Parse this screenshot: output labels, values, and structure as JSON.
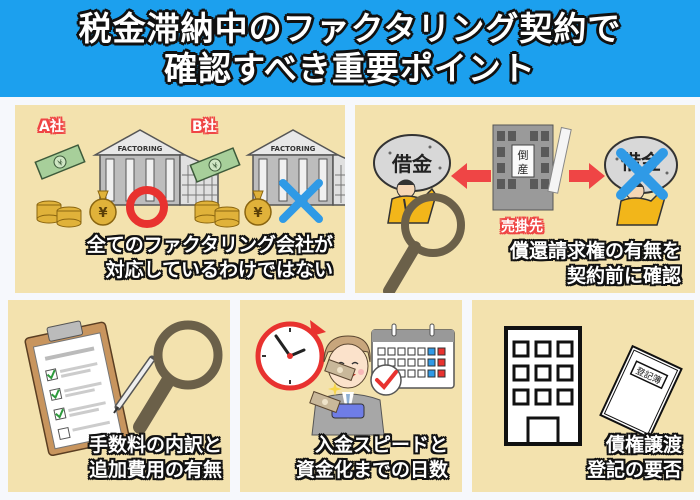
{
  "header": {
    "title_line1": "税金滞納中のファクタリング契約で",
    "title_line2": "確認すべき重要ポイント",
    "background_color": "#1ca0ee"
  },
  "panel_background_color": "#f3e2ae",
  "panels": [
    {
      "id": "factoring-companies",
      "caption_line1": "全てのファクタリング会社が",
      "caption_line2": "対応しているわけではない",
      "labels": {
        "company_a": "A社",
        "company_b": "B社",
        "building_sign_a": "FACTORING",
        "building_sign_b": "FACTORING"
      },
      "icons": [
        "banknote-icon",
        "bank-building-icon",
        "coin-stack-icon",
        "money-bag-icon",
        "circle-ok-icon",
        "cross-ng-icon"
      ],
      "marks": {
        "company_a": "○",
        "company_b": "×"
      }
    },
    {
      "id": "recourse",
      "caption_line1": "償還請求権の有無を",
      "caption_line2": "契約前に確認",
      "labels": {
        "left_boulder": "借金",
        "right_boulder": "借金",
        "building_sign": "倒産",
        "building_tag": "売掛先"
      },
      "icons": [
        "debtor-with-boulder-icon",
        "magnifier-icon",
        "bankrupt-building-icon",
        "arrow-left-icon",
        "arrow-right-icon",
        "cross-ng-icon"
      ]
    },
    {
      "id": "fees",
      "caption_line1": "手数料の内訳と",
      "caption_line2": "追加費用の有無",
      "icons": [
        "clipboard-checklist-icon",
        "pen-icon",
        "magnifier-icon"
      ]
    },
    {
      "id": "speed",
      "caption_line1": "入金スピードと",
      "caption_line2": "資金化までの日数",
      "icons": [
        "clock-icon",
        "calendar-icon",
        "businessman-icon",
        "banknote-icon",
        "check-badge-icon",
        "sparkle-icon"
      ]
    },
    {
      "id": "registration",
      "caption_line1": "債権譲渡",
      "caption_line2": "登記の要否",
      "labels": {
        "book_title": "登記簿"
      },
      "icons": [
        "office-building-icon",
        "registry-book-icon"
      ]
    }
  ],
  "colors": {
    "ok_red": "#e8322f",
    "ng_blue": "#2f9ae6",
    "arrow_red": "#ef4545",
    "magnifier": "#6b6049",
    "debtor_suit": "#f2b61a",
    "bill_green": "#a7cf9a",
    "coin_gold": "#e0b23a"
  }
}
